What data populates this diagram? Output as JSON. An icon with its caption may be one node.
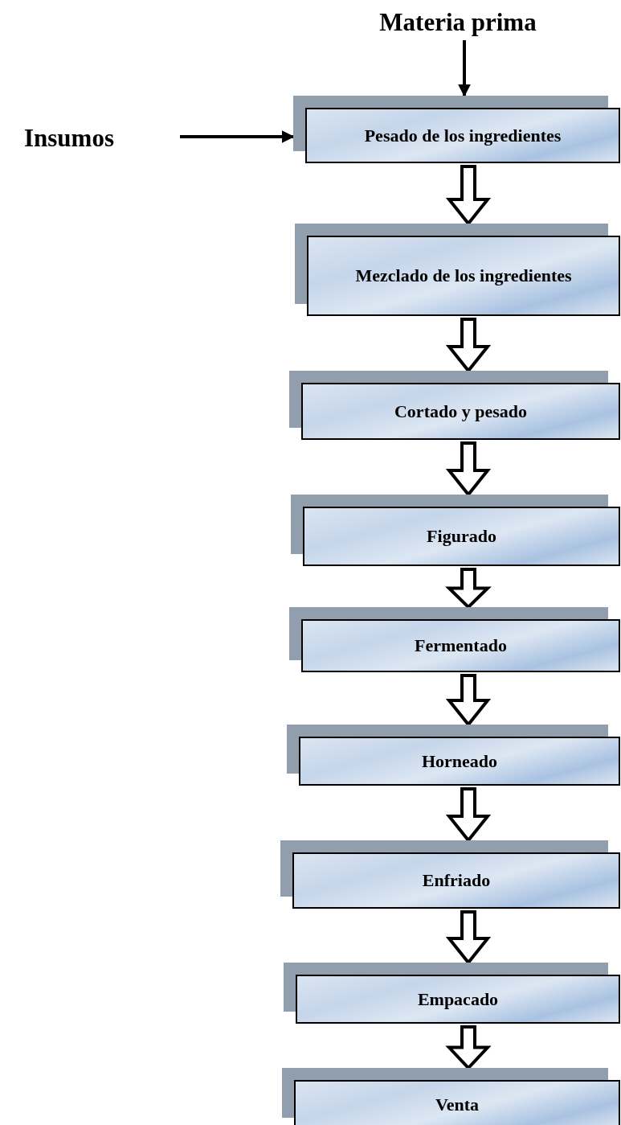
{
  "diagram": {
    "nodes": [
      {
        "text": [
          "Materia prima"
        ]
      },
      {
        "text": [
          "Insumos"
        ]
      },
      {
        "text": [
          "Pesado de los ingredientes"
        ]
      },
      {
        "text": [
          "Mezclado de los ingredientes"
        ]
      },
      {
        "text": [
          "Cortado y pesado"
        ]
      },
      {
        "text": [
          "Figurado"
        ]
      },
      {
        "text": [
          "Fermentado"
        ]
      },
      {
        "text": [
          "Horneado"
        ]
      },
      {
        "text": [
          "Enfriado"
        ]
      },
      {
        "text": [
          "Empacado"
        ]
      },
      {
        "text": [
          "Venta"
        ]
      }
    ],
    "edges": [
      {
        "from": 0,
        "to": 2,
        "arrow": "to"
      },
      {
        "from": 1,
        "to": 2,
        "arrow": "to"
      },
      {
        "from": 2,
        "to": 3,
        "arrow": "to",
        "style": "thick"
      },
      {
        "from": 3,
        "to": 4,
        "arrow": "to",
        "style": "thick"
      },
      {
        "from": 4,
        "to": 5,
        "arrow": "to",
        "style": "thick"
      },
      {
        "from": 5,
        "to": 6,
        "arrow": "to",
        "style": "thick"
      },
      {
        "from": 6,
        "to": 7,
        "arrow": "to",
        "style": "thick"
      },
      {
        "from": 7,
        "to": 8,
        "arrow": "to",
        "style": "thick"
      },
      {
        "from": 8,
        "to": 9,
        "arrow": "to",
        "style": "thick"
      },
      {
        "from": 9,
        "to": 10,
        "arrow": "to",
        "style": "thick"
      }
    ]
  }
}
